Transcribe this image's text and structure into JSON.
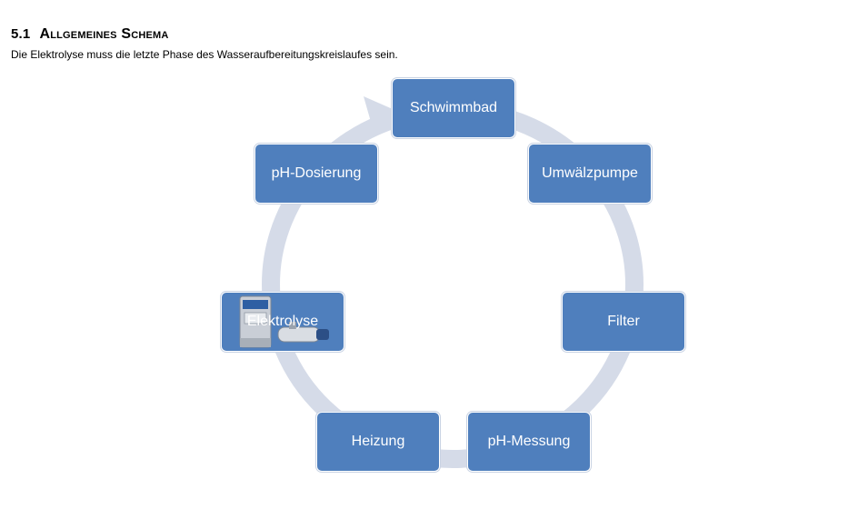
{
  "header": {
    "section_number": "5.1",
    "section_title": "Allgemeines Schema",
    "intro": "Die Elektrolyse muss die letzte Phase des Wasseraufbereitungskreislaufes sein."
  },
  "diagram": {
    "nodes": {
      "schwimmbad": "Schwimmbad",
      "umwaelzpumpe": "Umwälzpumpe",
      "filter": "Filter",
      "ph_messung": "pH-Messung",
      "heizung": "Heizung",
      "elektrolyse": "Elektrolyse",
      "ph_dosierung": "pH-Dosierung"
    },
    "colors": {
      "box_fill": "#4f7fbd",
      "box_text": "#ffffff",
      "ring": "#d5dbe8"
    },
    "elektrolyse_icon": "electrolysis-device-icon"
  }
}
